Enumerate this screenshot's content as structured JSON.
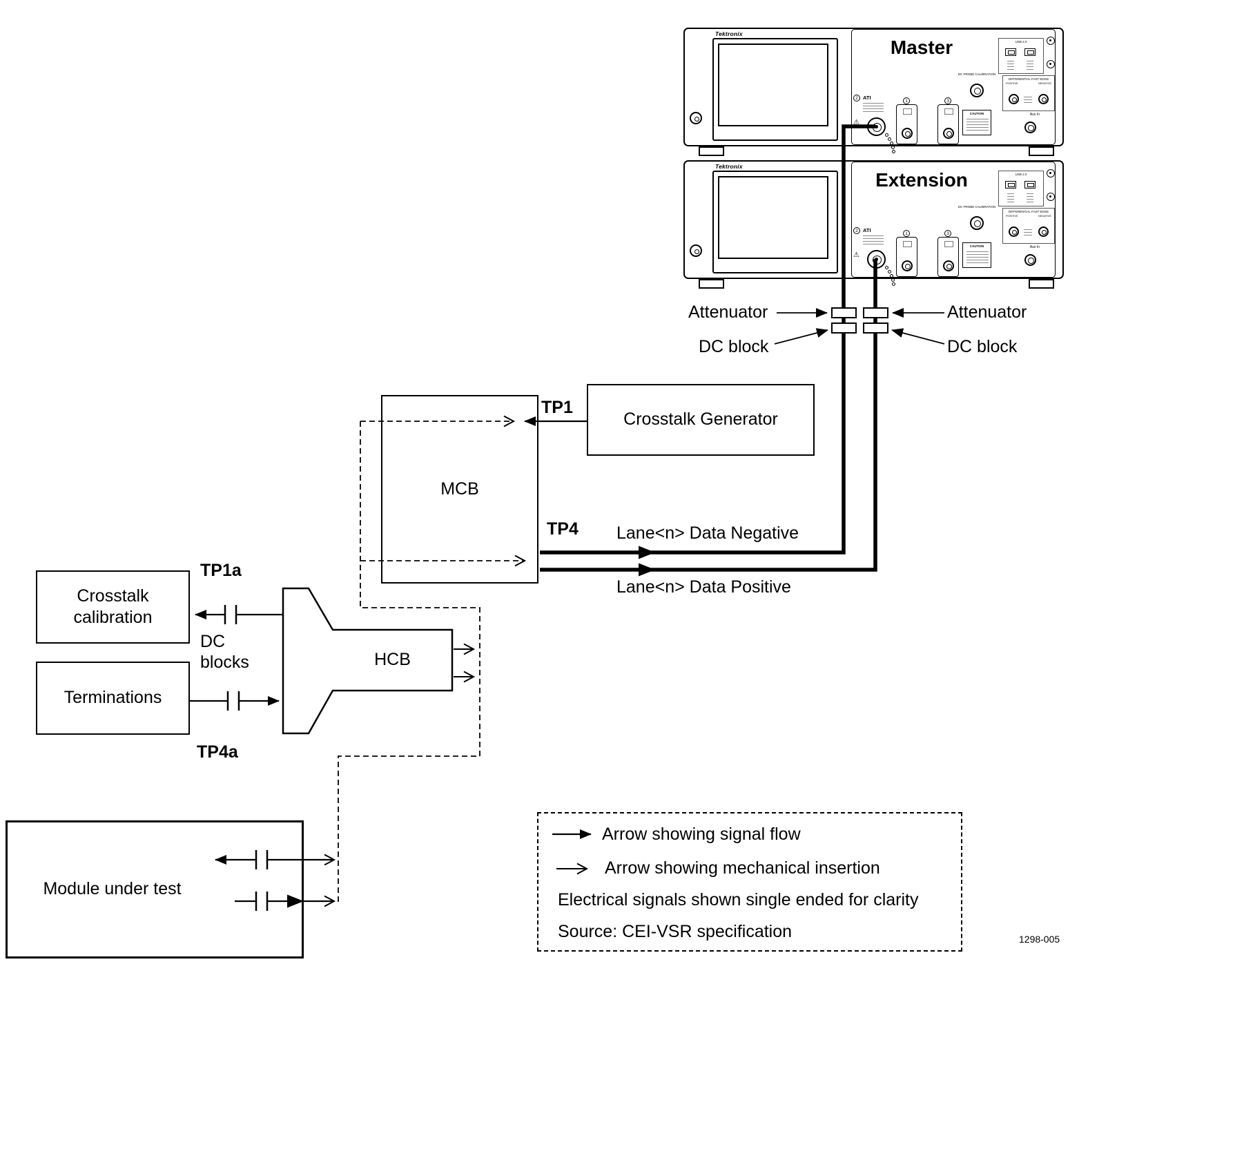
{
  "figure": {
    "number": "1298-005"
  },
  "instruments": {
    "brand": "Tektronix",
    "master_label": "Master",
    "extension_label": "Extension",
    "panel": {
      "usb_label": "USB 2.0",
      "ati_label": "ATI",
      "ati_number": "2",
      "slot1_number": "1",
      "slot2_number": "3",
      "dc_probe_cal_label": "DC PROBE CALIBRATION",
      "diff_fast_edge_label": "DIFFERENTIAL FAST EDGE",
      "positive_label": "POSITIVE",
      "negative_label": "NEGATIVE",
      "aux_in_label": "Aux In",
      "caution_label": "CAUTION"
    }
  },
  "inline_components": {
    "attenuator_left": "Attenuator",
    "attenuator_right": "Attenuator",
    "dc_block_left": "DC block",
    "dc_block_right": "DC block"
  },
  "test_points": {
    "tp1": "TP1",
    "tp4": "TP4",
    "tp1a": "TP1a",
    "tp4a": "TP4a"
  },
  "blocks": {
    "crosstalk_generator": "Crosstalk Generator",
    "mcb": "MCB",
    "hcb": "HCB",
    "crosstalk_calibration": "Crosstalk calibration",
    "terminations": "Terminations",
    "module_under_test": "Module under test",
    "dc_blocks_label": "DC blocks"
  },
  "signals": {
    "lane_negative": "Lane<n> Data Negative",
    "lane_positive": "Lane<n> Data Positive"
  },
  "legend": {
    "signal_flow": "Arrow showing signal flow",
    "mechanical_insertion": "Arrow showing mechanical insertion",
    "note_electrical": "Electrical signals shown single ended for clarity",
    "note_source": "Source: CEI-VSR specification"
  }
}
